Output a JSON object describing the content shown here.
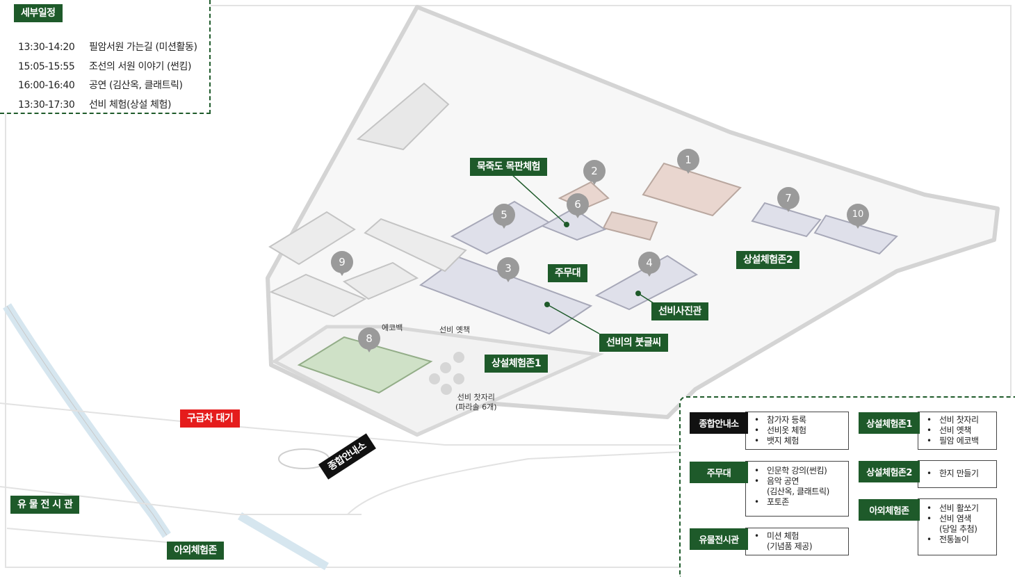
{
  "schedule": {
    "title": "세부일정",
    "items": [
      {
        "time": "13:30-14:20",
        "desc": "필암서원 가는길 (미션활동)"
      },
      {
        "time": "15:05-15:55",
        "desc": "조선의 서원 이야기 (썬킴)"
      },
      {
        "time": "16:00-16:40",
        "desc": "공연 (김산옥, 클래트릭)"
      },
      {
        "time": "13:30-17:30",
        "desc": "선비 체험(상설 체험)"
      }
    ]
  },
  "map_labels": {
    "mukjukdo": "묵죽도 목판체험",
    "main_stage": "주무대",
    "permanent_zone_2": "상설체험존2",
    "scholar_photo": "선비사진관",
    "scholar_calligraphy": "선비의 붓글씨",
    "permanent_zone_1": "상설체험존1",
    "ambulance": "구급차 대기",
    "info_desk": "종합안내소",
    "relic_hall": "유 물 전 시 관",
    "outdoor_zone": "아외체험존",
    "ecobag": "에코백",
    "scholar_book": "선비 옛책",
    "scholar_seat_1": "선비 찻자리",
    "scholar_seat_2": "(파라솔 6개)"
  },
  "pins": [
    "1",
    "2",
    "3",
    "4",
    "5",
    "6",
    "7",
    "8",
    "9",
    "10"
  ],
  "legend": {
    "info": {
      "label": "종합안내소",
      "items": [
        "참가자 등록",
        "선비옷 체험",
        "뱃지 체험"
      ]
    },
    "stage": {
      "label": "주무대",
      "items": [
        "인문학 강의(썬킴)",
        "음악 공연",
        "(김산옥, 클래트릭)",
        "포토존"
      ]
    },
    "relic": {
      "label": "유물전시관",
      "items": [
        "미션 체험",
        "(기념품 제공)"
      ]
    },
    "zone1": {
      "label": "상설체험존1",
      "items": [
        "선비 찻자리",
        "선비 옛책",
        "필암 에코백"
      ]
    },
    "zone2": {
      "label": "상설체험존2",
      "items": [
        "한지 만들기"
      ]
    },
    "outdoor": {
      "label": "아외체험존",
      "items": [
        "선비 활쏘기",
        "선비 염색",
        "(당일 추첨)",
        "전통놀이"
      ]
    }
  },
  "colors": {
    "green": "#1e5a2a",
    "red": "#e51c1c",
    "black": "#111111",
    "pin": "#9a9a9a"
  }
}
